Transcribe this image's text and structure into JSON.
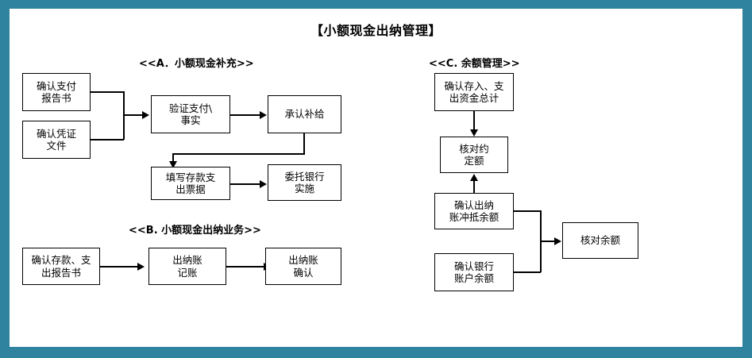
{
  "frame": {
    "color": "#2f839f"
  },
  "title": "【小额现金出纳管理】",
  "sections": {
    "a": {
      "heading": "<<A．小额现金补充>>"
    },
    "b": {
      "heading": "<<B. 小额现金出纳业务>>"
    },
    "c": {
      "heading": "<<C.  余额管理>>"
    }
  },
  "nodes": {
    "a_confirm_payment_report": "确认支付\n报告书",
    "a_confirm_voucher_file": "确认凭证\n文件",
    "a_verify_payment_fact": "验证支付\\\n事实",
    "a_approve_replenish": "承认补给",
    "a_fill_deposit_slip": "填写存款支\n出票据",
    "a_entrust_bank": "委托银行\n实施",
    "b_confirm_deposit_report": "确认存款、支\n出报告书",
    "b_cashbook_entry": "出纳账\n记账",
    "b_cashbook_confirm": "出纳账\n确认",
    "c_confirm_total_funds": "确认存入、支\n出资金总计",
    "c_check_quota": "核对约\n定额",
    "c_confirm_cashbook_balance": "确认出纳\n账冲抵余额",
    "c_confirm_bank_balance": "确认银行\n账户余额",
    "c_check_balance": "核对余额"
  }
}
